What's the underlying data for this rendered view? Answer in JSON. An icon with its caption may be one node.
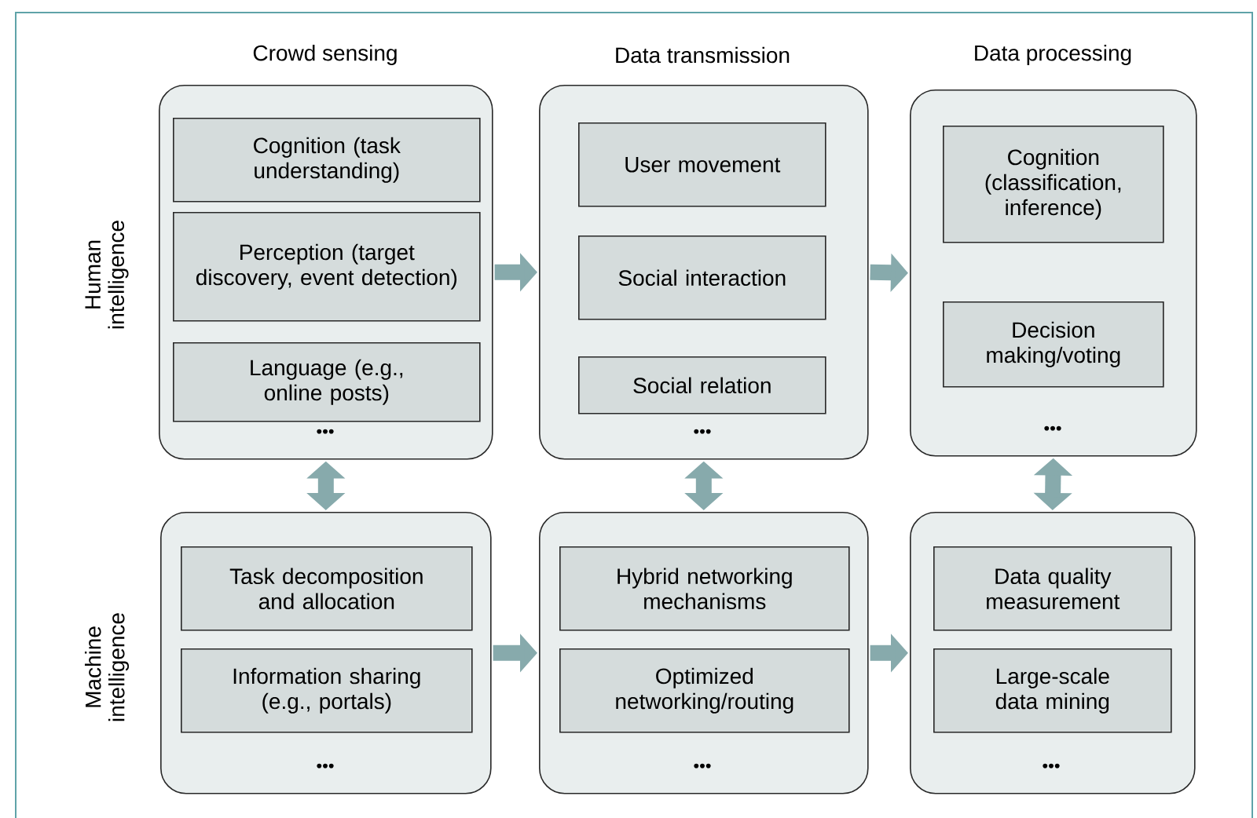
{
  "diagram": {
    "nodes": [
      {
        "text": [
          "•••"
        ]
      },
      {
        "text": [
          "Cognition (task understanding)"
        ],
        "in": 0
      },
      {
        "text": [
          "Perception (target discovery, event detection)"
        ],
        "in": 0
      },
      {
        "text": [
          "Language (e.g., online posts)"
        ],
        "in": 0
      },
      {
        "text": [
          "•••"
        ]
      },
      {
        "text": [
          "User movement"
        ],
        "in": 4
      },
      {
        "text": [
          "Social interaction"
        ],
        "in": 4
      },
      {
        "text": [
          "Social relation"
        ],
        "in": 4
      },
      {
        "text": [
          "•••"
        ]
      },
      {
        "text": [
          "Cognition (classification, inference)"
        ],
        "in": 8
      },
      {
        "text": [
          "Decision making/voting"
        ],
        "in": 8
      },
      {
        "text": [
          "•••"
        ]
      },
      {
        "text": [
          "Task decomposition and allocation"
        ],
        "in": 11
      },
      {
        "text": [
          "Information sharing (e.g., portals)"
        ],
        "in": 11
      },
      {
        "text": [
          "•••"
        ]
      },
      {
        "text": [
          "Hybrid networking mechanisms"
        ],
        "in": 14
      },
      {
        "text": [
          "Optimized networking/routing"
        ],
        "in": 14
      },
      {
        "text": [
          "•••"
        ]
      },
      {
        "text": [
          "Data quality measurement"
        ],
        "in": 17
      },
      {
        "text": [
          "Large-scale data mining"
        ],
        "in": 17
      }
    ],
    "edges": [
      {
        "from": 0,
        "to": 4,
        "arrow": "to"
      },
      {
        "from": 4,
        "to": 8,
        "arrow": "to"
      },
      {
        "from": 0,
        "to": 11,
        "arrow": "both"
      },
      {
        "from": 4,
        "to": 14,
        "arrow": "both"
      },
      {
        "from": 8,
        "to": 17,
        "arrow": "both"
      },
      {
        "from": 11,
        "to": 14,
        "arrow": "to"
      },
      {
        "from": 14,
        "to": 17,
        "arrow": "to"
      }
    ],
    "labels": [
      "Crowd sensing",
      "Data transmission",
      "Data processing",
      "Human intelligence",
      "Machine intelligence"
    ]
  }
}
